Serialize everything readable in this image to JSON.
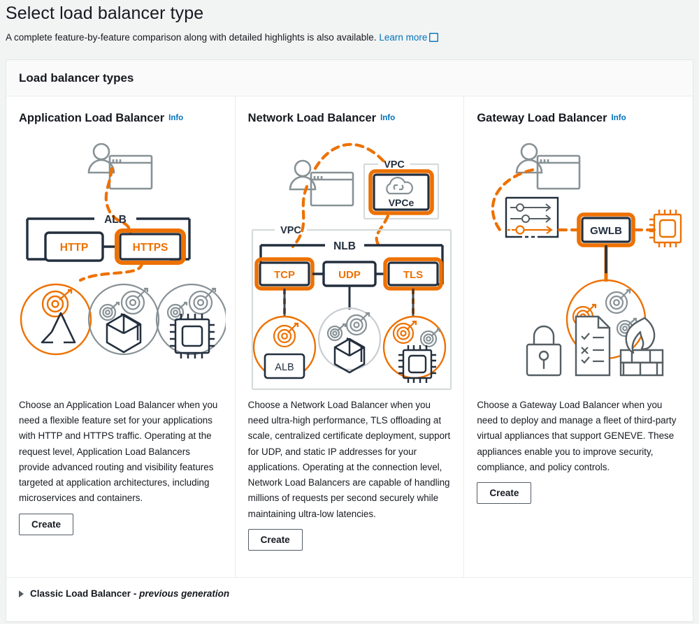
{
  "page": {
    "title": "Select load balancer type",
    "subtitle": "A complete feature-by-feature comparison along with detailed highlights is also available.",
    "learn_more": "Learn more",
    "learn_more_icon": "external-link-icon"
  },
  "section": {
    "heading": "Load balancer types"
  },
  "colors": {
    "orange": "#ED7100",
    "dark": "#232F3E",
    "gray": "#879196",
    "link": "#0073bb",
    "page_bg": "#f2f3f3"
  },
  "cards": [
    {
      "title": "Application Load Balancer",
      "info": "Info",
      "description": "Choose an Application Load Balancer when you need a flexible feature set for your applications with HTTP and HTTPS traffic. Operating at the request level, Application Load Balancers provide advanced routing and visibility features targeted at application architectures, including microservices and containers.",
      "create_label": "Create",
      "diagram": {
        "group_label": "ALB",
        "protocols": [
          "HTTP",
          "HTTPS"
        ],
        "highlighted_protocol": "HTTPS",
        "targets": [
          "lambda",
          "container",
          "ec2"
        ],
        "highlighted_target": "lambda"
      }
    },
    {
      "title": "Network Load Balancer",
      "info": "Info",
      "description": "Choose a Network Load Balancer when you need ultra-high performance, TLS offloading at scale, centralized certificate deployment, support for UDP, and static IP addresses for your applications. Operating at the connection level, Network Load Balancers are capable of handling millions of requests per second securely while maintaining ultra-low latencies.",
      "create_label": "Create",
      "diagram": {
        "vpc_label": "VPC",
        "vpce_label": "VPCe",
        "group_label": "NLB",
        "protocols": [
          "TCP",
          "UDP",
          "TLS"
        ],
        "highlighted_protocols": [
          "TCP",
          "TLS"
        ],
        "target_inner_label": "ALB",
        "targets": [
          "alb",
          "container",
          "ec2"
        ],
        "highlighted_targets": [
          "alb",
          "ec2"
        ]
      }
    },
    {
      "title": "Gateway Load Balancer",
      "info": "Info",
      "description": "Choose a Gateway Load Balancer when you need to deploy and manage a fleet of third-party virtual appliances that support GENEVE. These appliances enable you to improve security, compliance, and policy controls.",
      "create_label": "Create",
      "diagram": {
        "group_label": "GWLB",
        "route_table_rows": 3,
        "appliance_icons": [
          "lock",
          "checklist",
          "firewall"
        ],
        "targets": [
          "appliance-fleet"
        ]
      }
    }
  ],
  "footer": {
    "expand_title": "Classic Load Balancer -",
    "expand_italic": "previous generation",
    "caret": "caret-right-icon"
  }
}
